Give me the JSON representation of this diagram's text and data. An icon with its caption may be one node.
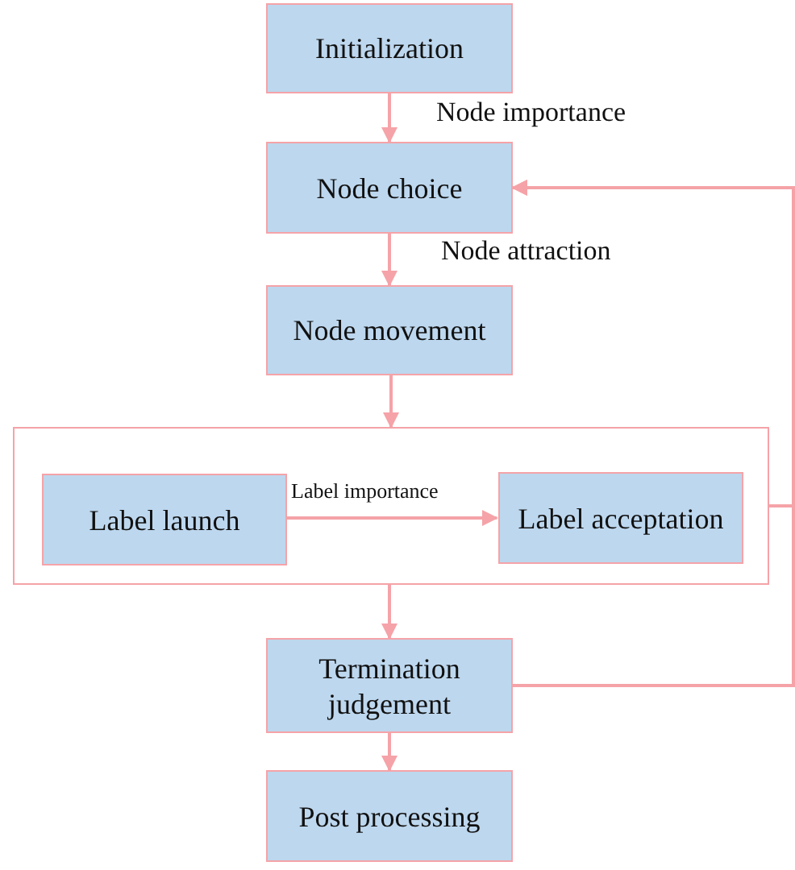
{
  "diagram": {
    "nodes": [
      {
        "text": [
          "Initialization"
        ]
      },
      {
        "text": [
          "Node choice"
        ]
      },
      {
        "text": [
          "Node movement"
        ]
      },
      {
        "text": [],
        "shape": "box"
      },
      {
        "text": [
          "Label launch"
        ],
        "in": 3
      },
      {
        "text": [
          "Label acceptation"
        ],
        "in": 3
      },
      {
        "text": [
          "Termination judgement"
        ]
      },
      {
        "text": [
          "Post processing"
        ]
      }
    ],
    "edges": [
      {
        "from": 0,
        "to": 1,
        "arrow": "to",
        "label": "Node importance"
      },
      {
        "from": 1,
        "to": 2,
        "arrow": "to",
        "label": "Node attraction"
      },
      {
        "from": 2,
        "to": 3,
        "arrow": "to"
      },
      {
        "from": 4,
        "to": 5,
        "arrow": "to",
        "label": "Label importance"
      },
      {
        "from": 3,
        "to": 6,
        "arrow": "to"
      },
      {
        "from": 6,
        "to": 7,
        "arrow": "to"
      },
      {
        "from": 6,
        "to": 1,
        "arrow": "to"
      },
      {
        "from": 3,
        "to": 1,
        "arrow": "to"
      }
    ]
  }
}
